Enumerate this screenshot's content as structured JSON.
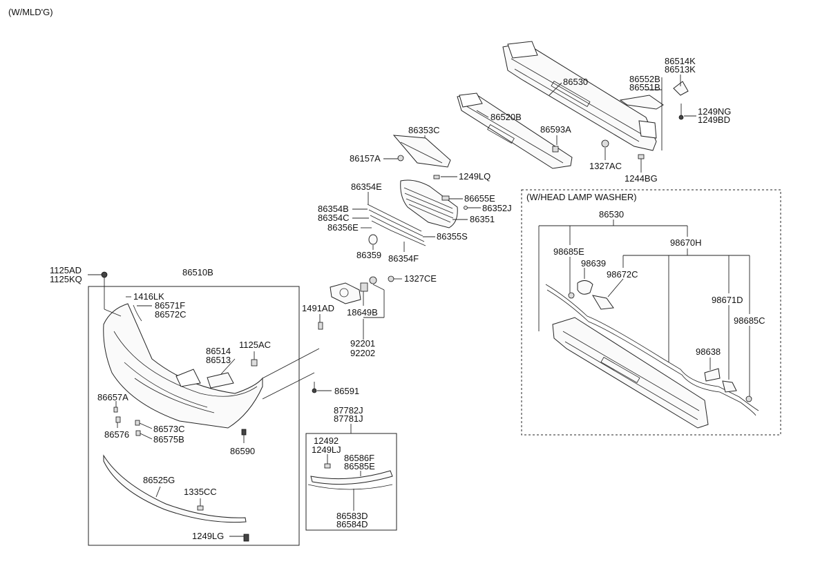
{
  "variant_note": "(W/MLD'G)",
  "washer_group_title": "(W/HEAD LAMP WASHER)",
  "labels": {
    "p86530": "86530",
    "p86514K": "86514K",
    "p86513K": "86513K",
    "p86552B": "86552B",
    "p86551B": "86551B",
    "p1249NG": "1249NG",
    "p1249BD": "1249BD",
    "p86520B": "86520B",
    "p86593A": "86593A",
    "p1327AC": "1327AC",
    "p1244BG": "1244BG",
    "p86353C": "86353C",
    "p86157A": "86157A",
    "p1249LQ": "1249LQ",
    "p86354E_top": "86354E",
    "p86655E": "86655E",
    "p86352J": "86352J",
    "p86354B": "86354B",
    "p86354C": "86354C",
    "p86351": "86351",
    "p86356E": "86356E",
    "p86355S": "86355S",
    "p86359": "86359",
    "p86354F": "86354F",
    "p1125AD": "1125AD",
    "p1125KQ": "1125KQ",
    "p86510B": "86510B",
    "p1416LK": "1416LK",
    "p86571F": "86571F",
    "p86572C": "86572C",
    "p1327CE": "1327CE",
    "p1491AD": "1491AD",
    "p18649B": "18649B",
    "p92201": "92201",
    "p92202": "92202",
    "p1125AC": "1125AC",
    "p86514": "86514",
    "p86513": "86513",
    "p86591": "86591",
    "p86657A": "86657A",
    "p86576": "86576",
    "p86573C": "86573C",
    "p86575B": "86575B",
    "p86590": "86590",
    "p87782J": "87782J",
    "p87781J": "87781J",
    "p12492": "12492",
    "p1249LJ": "1249LJ",
    "p86586F": "86586F",
    "p86585E": "86585E",
    "p86583D": "86583D",
    "p86584D": "86584D",
    "p86525G": "86525G",
    "p1335CC": "1335CC",
    "p1249LG": "1249LG",
    "w86530": "86530",
    "w98685E": "98685E",
    "w98670H": "98670H",
    "w98639": "98639",
    "w98672C": "98672C",
    "w98671D": "98671D",
    "w98685C": "98685C",
    "w98638": "98638"
  }
}
